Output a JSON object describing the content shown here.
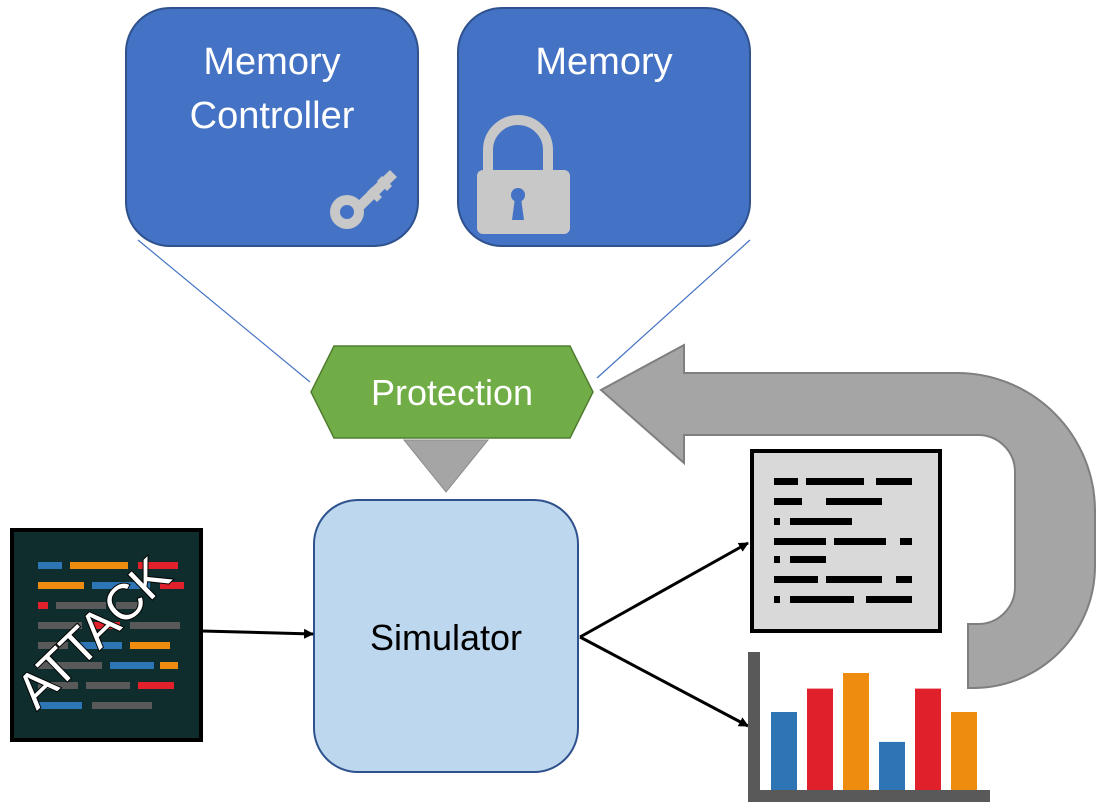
{
  "memory_controller": {
    "line1": "Memory",
    "line2": "Controller",
    "icon": "key-icon"
  },
  "memory": {
    "label": "Memory",
    "icon": "lock-icon"
  },
  "protection": {
    "label": "Protection"
  },
  "simulator": {
    "label": "Simulator"
  },
  "attack": {
    "label": "ATTACK",
    "icon": "code-screen-icon"
  },
  "outputs": {
    "log_icon": "text-log-icon",
    "chart_icon": "bar-chart-icon"
  },
  "colors": {
    "block_blue": "#4472c4",
    "block_border": "#2f528f",
    "protection_green": "#70ad47",
    "simulator_fill": "#bdd7ee",
    "feedback_gray": "#a5a5a5",
    "attack_bg": "#0f2d2d"
  },
  "bar_chart_icon_data": {
    "values": [
      0.6,
      0.78,
      0.9,
      0.37,
      0.78,
      0.6
    ],
    "colors": [
      "#2e75b6",
      "#e0202b",
      "#ee8c10",
      "#2e75b6",
      "#e0202b",
      "#ee8c10"
    ]
  }
}
